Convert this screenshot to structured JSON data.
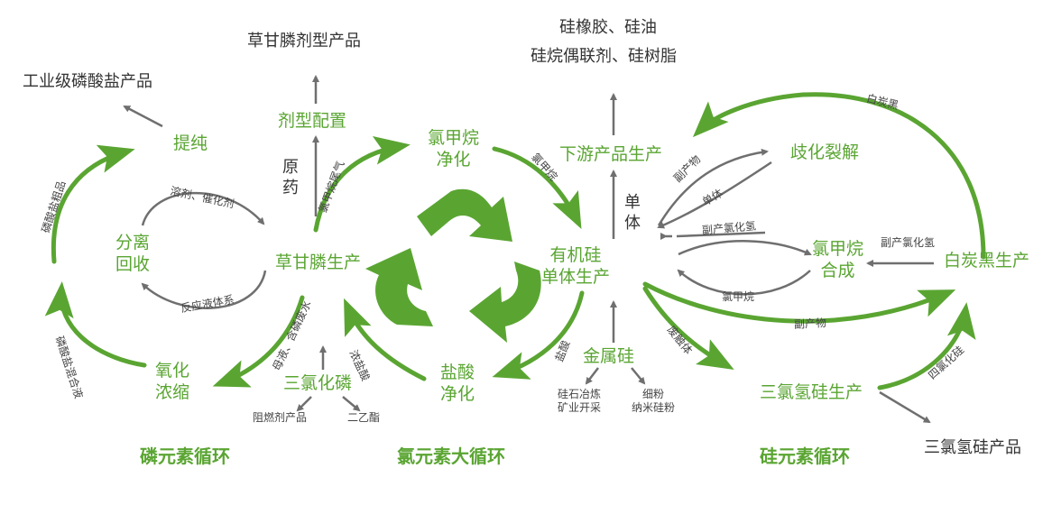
{
  "colors": {
    "green": "#5aa532",
    "gray": "#6f6f6f",
    "text_dark": "#333333"
  },
  "center_icon": "recycle-icon",
  "titles": {
    "phosphorus": "磷元素循环",
    "chlorine": "氯元素大循环",
    "silicon": "硅元素循环"
  },
  "phosphorus": {
    "industrial_phosphate": "工业级磷酸盐产品",
    "purify": "提纯",
    "separate_1": "分离",
    "separate_2": "回收",
    "oxidize_1": "氧化",
    "oxidize_2": "浓缩",
    "crude_salt": "磷酸盐粗品",
    "mixed_liquid": "磷酸盐混合液",
    "solvent_catalyst": "溶剂、催化剂",
    "reaction_liquid": "反应液体系"
  },
  "glyphosate": {
    "formulation_product": "草甘膦剂型产品",
    "formulation": "剂型配置",
    "raw_drug_1": "原",
    "raw_drug_2": "药",
    "production": "草甘膦生产",
    "methyl_chloride_tail_gas": "氯甲烷尾气",
    "mother_liquor": "母液、含磷废水",
    "pcl3": "三氯化磷",
    "flame_retardant": "阻燃剂产品",
    "diethyl_ester": "二乙酯",
    "conc_hcl": "浓盐酸"
  },
  "chlorine": {
    "chloromethane_purify_1": "氯甲烷",
    "chloromethane_purify_2": "净化",
    "hcl_purify_1": "盐酸",
    "hcl_purify_2": "净化",
    "chloromethane_label": "氯甲烷",
    "hcl_label": "盐酸"
  },
  "silicon": {
    "rubber_oil": "硅橡胶、硅油",
    "silane_resin": "硅烷偶联剂、硅树脂",
    "downstream": "下游产品生产",
    "monomer_1": "单",
    "monomer_2": "体",
    "organosilicon_1": "有机硅",
    "organosilicon_2": "单体生产",
    "metal_silicon": "金属硅",
    "ore_1": "硅石冶炼",
    "ore_2": "矿业开采",
    "fine_1": "细粉",
    "fine_2": "纳米硅粉",
    "waste_contact": "废触体",
    "cracking": "歧化裂解",
    "byproduct_1": "副产物",
    "monomer_small": "单体",
    "byproduct_hcl": "副产氯化氢",
    "chloromethane_synth_1": "氯甲烷",
    "chloromethane_synth_2": "合成",
    "chloromethane_small": "氯甲烷",
    "byproduct_2": "副产物",
    "white_carbon_label": "白炭黑",
    "white_carbon_production": "白炭黑生产",
    "byproduct_hcl_2": "副产氯化氢",
    "trichlorosilane_production": "三氯氢硅生产",
    "sicl4": "四氯化硅",
    "trichlorosilane_product": "三氯氢硅产品"
  }
}
